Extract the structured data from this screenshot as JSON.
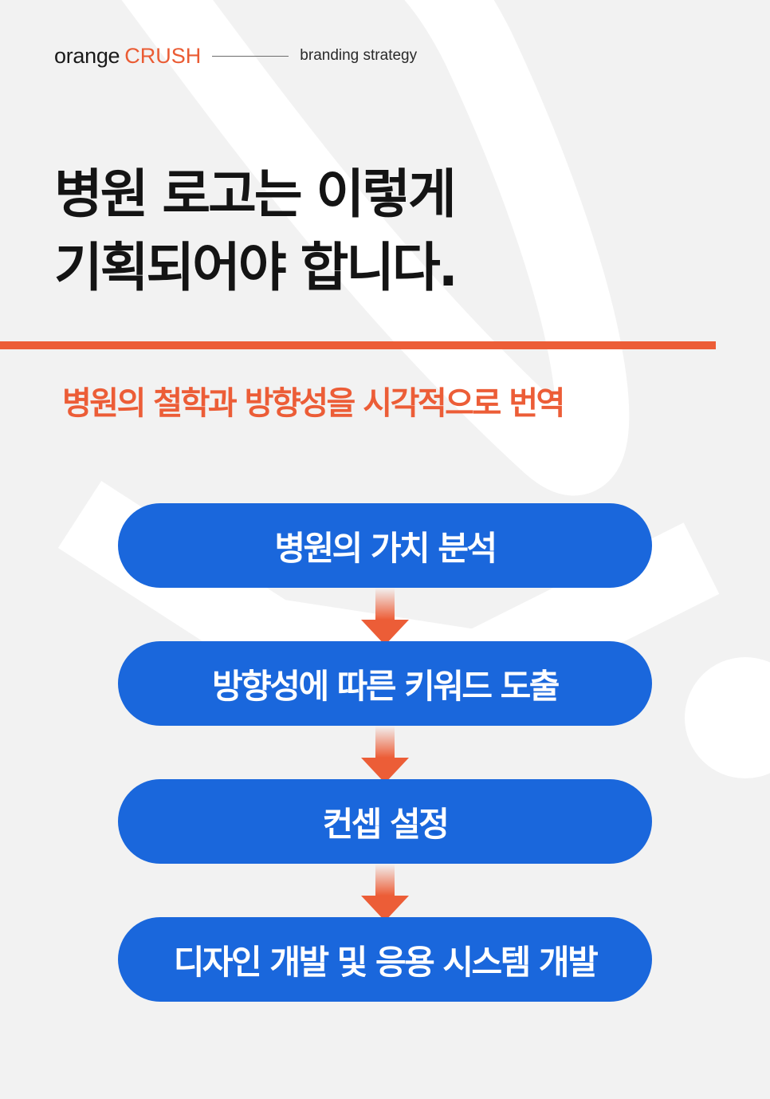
{
  "header": {
    "brand_primary": "orange",
    "brand_secondary": "CRUSH",
    "tagline": "branding strategy"
  },
  "headline": {
    "line1": "병원 로고는 이렇게",
    "line2": "기획되어야 합니다."
  },
  "subheadline": "병원의 철학과 방향성을 시각적으로 번역",
  "steps": [
    {
      "label": "병원의 가치 분석"
    },
    {
      "label": "방향성에 따른 키워드 도출"
    },
    {
      "label": "컨셉 설정"
    },
    {
      "label": "디자인 개발 및 응용 시스템 개발"
    }
  ],
  "icons": {
    "flow_arrow": "arrow-down-icon",
    "background_mark": "brand-mark-watermark"
  },
  "colors": {
    "accent": "#ec5d37",
    "brand_crush": "#ea5b33",
    "step_fill": "#1a67dc",
    "background": "#f2f2f2",
    "headline_text": "#141414"
  }
}
